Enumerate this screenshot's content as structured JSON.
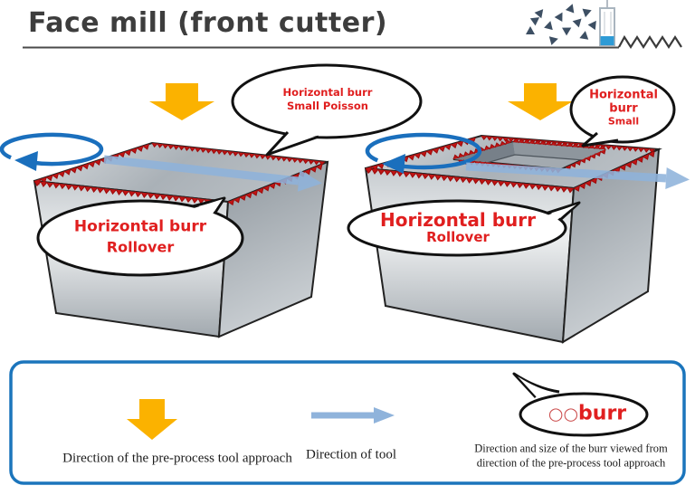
{
  "title": "Face mill (front cutter)",
  "diagram": {
    "left_workpiece": {
      "top_bubble": {
        "line1": "Horizontal burr",
        "line2": "Small Poisson"
      },
      "front_bubble": {
        "line1": "Horizontal burr",
        "line2": "Rollover"
      }
    },
    "right_workpiece": {
      "top_bubble": {
        "line1": "Horizontal",
        "line2": "burr",
        "line3": "Small"
      },
      "front_bubble": {
        "line1": "Horizontal burr",
        "line2": "Rollover"
      }
    }
  },
  "legend": {
    "pre_process_arrow_label": "Direction of the pre-process tool approach",
    "tool_arrow_label": "Direction of tool",
    "burr_bubble": {
      "prefix": "○○",
      "text": "burr"
    },
    "burr_note_line1": "Direction and size of the burr viewed from",
    "burr_note_line2": "direction of the pre-process tool approach"
  },
  "colors": {
    "legend_border_blue": "#1b75bc",
    "rotation_blue": "#1a6fbd",
    "tool_arrow_blue": "#8fb3db",
    "approach_orange": "#fbb200",
    "burr_red": "#c11414",
    "label_red": "#e01f1f",
    "title_gray": "#3d3d3d",
    "chip_slate": "#3d4f63",
    "tool_tip_blue": "#2e9bd6"
  }
}
